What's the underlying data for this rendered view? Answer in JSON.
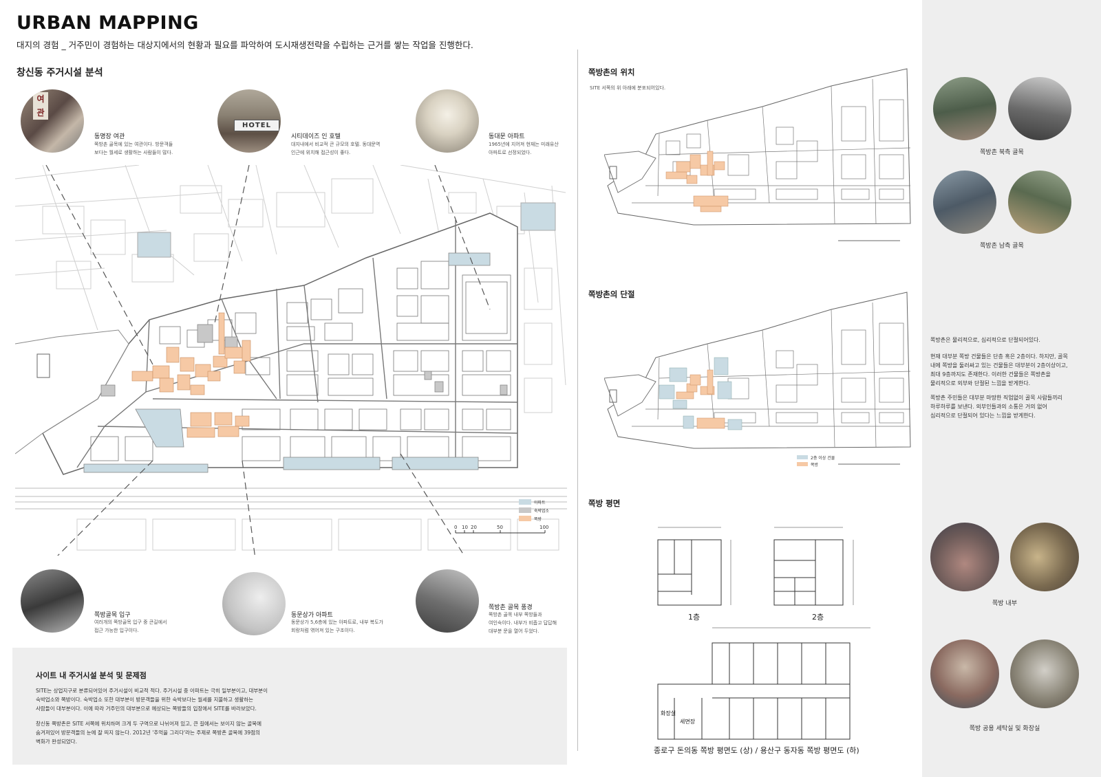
{
  "header": {
    "title": "URBAN MAPPING",
    "subtitle": "대지의 경험 _ 거주민이 경험하는 대상지에서의 현황과 필요를 파악하여 도시재생전략을 수립하는 근거를 쌓는 작업을 진행한다."
  },
  "left": {
    "section_title": "창신동 주거시설 분석",
    "top_photos": [
      {
        "title": "동명장 여관",
        "desc1": "쪽방촌 골목에 있는 여관이다. 방문객들",
        "desc2": "보다는 월세로 생활하는 사람들이 많다."
      },
      {
        "title": "시티데이즈 인 호텔",
        "desc1": "대지내에서 비교적 큰 규모의 호텔. 동대문역",
        "desc2": "인근에 위치해 접근성이 좋다."
      },
      {
        "title": "동대문 아파트",
        "desc1": "1965년에 지어져 현재는 미래유산",
        "desc2": "아파트로 선정되었다."
      }
    ],
    "bottom_photos": [
      {
        "title": "쪽방골목 입구",
        "desc1": "여러개의 쪽방골목 입구 중 큰길에서",
        "desc2": "접근 가능한 입구이다."
      },
      {
        "title": "동문상가 아파트",
        "desc1": "동문상가 5,6층에 있는 아파트로, 내부 복도가",
        "desc2": "회랑처럼 엮어져 있는 구조이다."
      },
      {
        "title": "쪽방촌 골목 풍경",
        "desc1": "쪽방촌 골목 내부 쪽방들과",
        "desc2": "여인숙이다. 내부가 비좁고 답답해",
        "desc3": "대부분 문을 열어 두었다."
      }
    ],
    "legend": [
      "아파트",
      "숙박업소",
      "쪽방"
    ],
    "scale": [
      "0",
      "10",
      "20",
      "50",
      "100"
    ],
    "signs": {
      "hotel": "HOTEL",
      "yeogwan": "여관"
    },
    "analysis": {
      "title": "사이트 내 주거시설 분석 및 문제점",
      "p1": [
        "SITE는 상업지구로 분류되어있어 주거시설이 비교적 적다. 주거시설 중 아파트는 극히 일부분이고, 대부분이",
        "숙박업소와 쪽방이다. 숙박업소 또한 대부분이 방문객들을 위한 숙박보다는 월세를 지불하고 생활하는",
        "사람들이 대부분이다. 이에 따라 거주민의 대부분으로 예상되는 쪽방들의 입장에서 SITE를 바라보았다."
      ],
      "p2": [
        "창신동 쪽방촌은 SITE 서쪽에 위치하며 크게 두 구역으로 나뉘어져 있고, 큰 길에서는 보이지 않는 골목에",
        "숨겨져있어 방문객들의 눈에 잘 띄지 않는다. 2012년 '추억을 그리다'라는 주제로 쪽방촌 골목에 39점의",
        "벽화가 완성되었다."
      ]
    }
  },
  "middle": {
    "loc_title": "쪽방촌의 위치",
    "loc_desc": "SITE 서쪽의 위 아래에 분포되어있다.",
    "disc_title": "쪽방촌의 단절",
    "disc_legend": [
      "2층 이상 건물",
      "쪽방"
    ],
    "plan_title": "쪽방 평면",
    "floor1": "1층",
    "floor2": "2층",
    "rooms": {
      "wc": "화장실",
      "wash": "세면장"
    },
    "plan_caption": "종로구 돈의동 쪽방 평면도 (상) / 용산구 동자동 쪽방 평면도 (하)"
  },
  "right": {
    "caption1": "쪽방촌 북측 골목",
    "caption2": "쪽방촌 남측 골목",
    "caption3": "쪽방 내부",
    "caption4": "쪽방 공용 세탁실 및 화장실",
    "text_lead": "쪽방촌은 물리적으로, 심리적으로 단절되어있다.",
    "p1": [
      "현재 대부분 쪽방 건물들은 단층 혹은 2층이다. 하지만, 골목",
      "내에 쪽방을 둘러싸고 있는 건물들은 대부분이 2층이상이고,",
      "최대 9층까지도 존재한다. 이러한 건물들은 쪽방촌을",
      "물리적으로 외부와 단절된 느낌을 받게한다."
    ],
    "p2": [
      "쪽방촌 주민들은 대부분 마땅한 직업없이 골목 사람들끼리",
      "하루하루를 보낸다. 외부인들과의 소통은 거의 없어",
      "심리적으로 단절되어 있다는 느낌을 받게한다."
    ]
  },
  "colors": {
    "apartment": "#c9dbe3",
    "lodging": "#c8c8c8",
    "jjokbang": "#f6c9a5",
    "panel": "#eeeeee"
  }
}
